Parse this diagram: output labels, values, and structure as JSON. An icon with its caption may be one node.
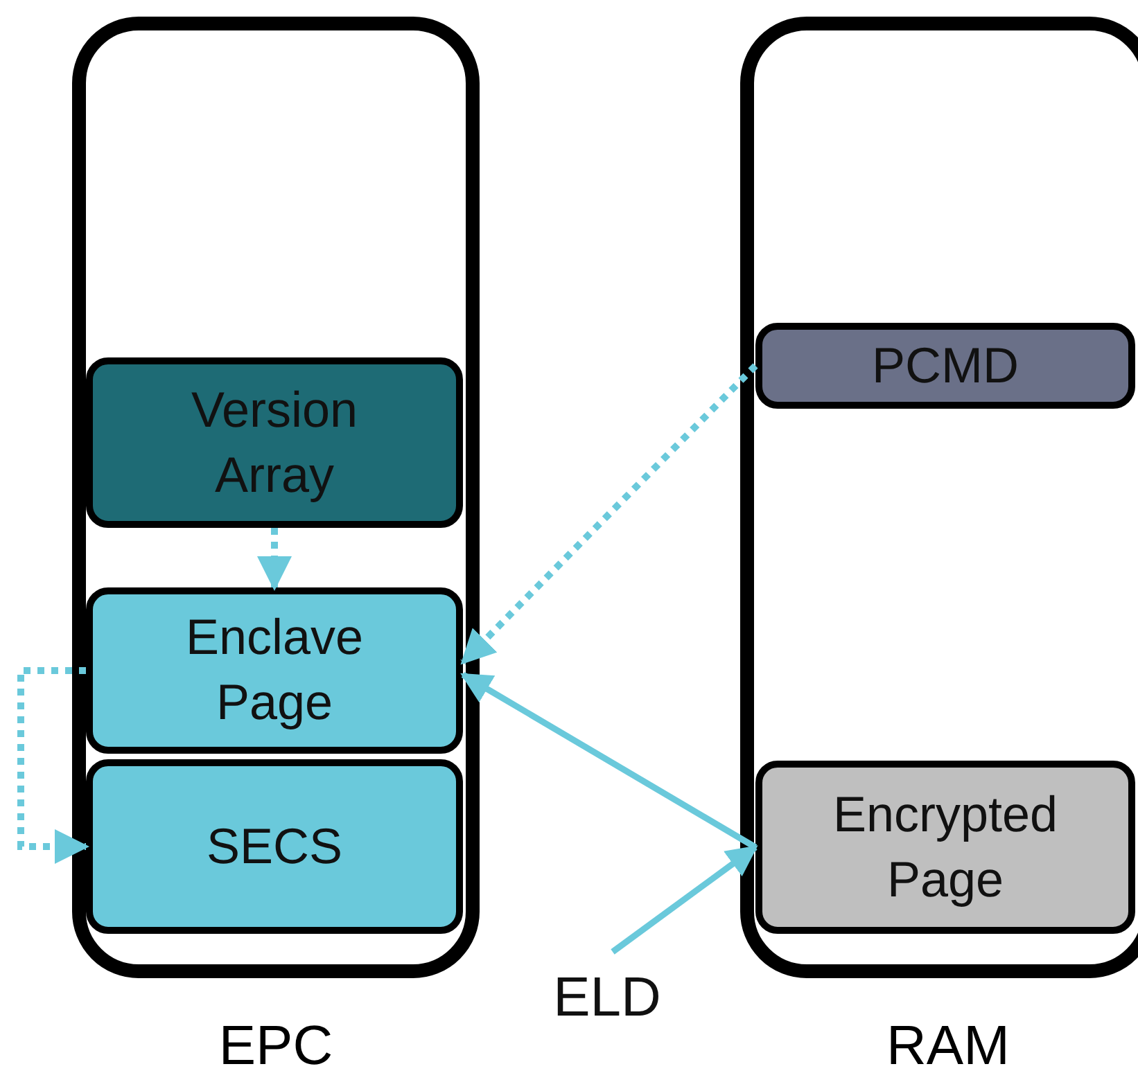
{
  "diagram": {
    "nodes": [
      {
        "text": [
          "EPC"
        ]
      },
      {
        "text": [
          "Version Array"
        ],
        "in": 0
      },
      {
        "text": [
          "Enclave Page"
        ],
        "in": 0
      },
      {
        "text": [
          "SECS"
        ],
        "in": 0
      },
      {
        "text": [
          "RAM"
        ]
      },
      {
        "text": [
          "PCMD"
        ],
        "in": 4
      },
      {
        "text": [
          "Encrypted Page"
        ],
        "in": 4
      },
      {
        "text": [
          "ELD"
        ]
      }
    ],
    "edges": [
      {
        "from": 1,
        "to": 2,
        "arrow": "to",
        "style": "dashed"
      },
      {
        "from": 2,
        "to": 3,
        "arrow": "to",
        "style": "dashed"
      },
      {
        "from": 5,
        "to": 2,
        "arrow": "to",
        "style": "dashed"
      },
      {
        "from": 6,
        "to": 2,
        "arrow": "to"
      },
      {
        "from": 7,
        "to": 6,
        "arrow": "to"
      }
    ]
  }
}
